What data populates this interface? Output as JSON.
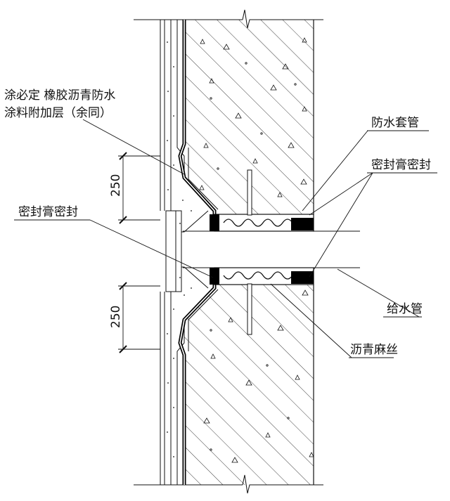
{
  "labels": {
    "coating_line1": "涂必定 橡胶沥青防水",
    "coating_line2": "涂料附加层（余同）",
    "waterproof_sleeve": "防水套管",
    "sealant_right": "密封膏密封",
    "sealant_left": "密封膏密封",
    "water_supply_pipe": "给水管",
    "asphalt_hemp": "沥青麻丝"
  },
  "dimensions": {
    "upper": "250",
    "lower": "250"
  },
  "colors": {
    "line": "#111111",
    "fill_black": "#000000",
    "background": "#ffffff"
  }
}
